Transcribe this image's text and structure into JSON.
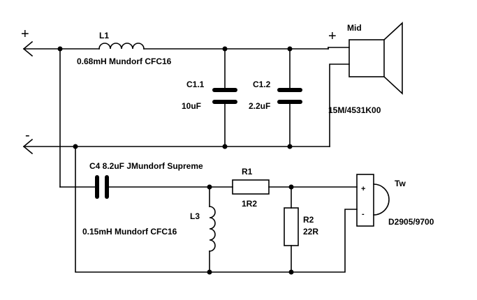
{
  "input": {
    "plus": "+",
    "minus": "-"
  },
  "l1": {
    "ref": "L1",
    "value": "0.68mH Mundorf CFC16"
  },
  "c11": {
    "ref": "C1.1",
    "value": "10uF"
  },
  "c12": {
    "ref": "C1.2",
    "value": "2.2uF"
  },
  "mid": {
    "plus": "+",
    "name": "Mid",
    "model": "15M/4531K00"
  },
  "c4": {
    "label": "C4 8.2uF JMundorf Supreme"
  },
  "r1": {
    "ref": "R1",
    "value": "1R2"
  },
  "l3": {
    "ref": "L3",
    "value": "0.15mH Mundorf CFC16"
  },
  "r2": {
    "ref": "R2",
    "value": "22R"
  },
  "tw": {
    "plus": "+",
    "minus": "-",
    "name": "Tw",
    "model": "D2905/9700"
  }
}
